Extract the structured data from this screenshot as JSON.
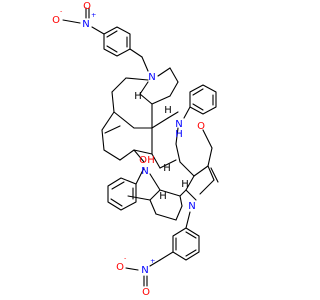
{
  "colors": {
    "bond": "#000000",
    "nitrogen": "#0000ff",
    "oxygen": "#ff0000",
    "background": "#ffffff"
  },
  "atoms": {
    "top_no2_o_left": "O",
    "top_no2_o_left_charge": "-",
    "top_no2_n": "N",
    "top_no2_n_charge": "+",
    "top_no2_o_top": "O",
    "amine_n_upper": "N",
    "stereo_h_1": "H",
    "stereo_h_2": "H",
    "anilino_n": "N",
    "anilino_h": "H",
    "ether_o": "O",
    "hydroxyl_o": "O",
    "hydroxyl_h": "H",
    "indoline_n": "N",
    "stereo_h_3": "H",
    "stereo_h_4": "H",
    "stereo_h_5": "H",
    "amine_n_lower": "N",
    "bottom_no2_n": "N",
    "bottom_no2_n_charge": "+",
    "bottom_no2_o_left": "O",
    "bottom_no2_o_left_charge": "-",
    "bottom_no2_o_bottom": "O"
  }
}
